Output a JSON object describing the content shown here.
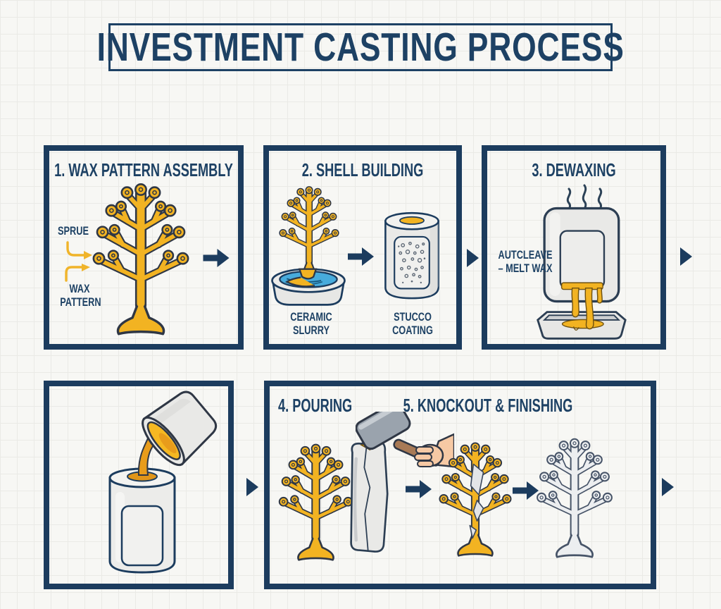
{
  "title": "INVESTMENT CASTING PROCESS",
  "colors": {
    "navy": "#1c3c5e",
    "heading_navy": "#1d4164",
    "gold": "#f2b322",
    "molten_orange": "#e89c1b",
    "slurry_blue": "#47abdc",
    "shell_gray": "#e9e9e7",
    "background": "#f7f7f4"
  },
  "panels": {
    "step1": {
      "heading": "1. WAX PATTERN ASSEMBLY",
      "sprue_label": "SPRUE",
      "wax_pattern_label": "WAX PATTERN",
      "illustration": "wax-sprue-tree"
    },
    "step2": {
      "heading": "2. SHELL BUILDING",
      "ceramic_label": "CERAMIC SLURRY",
      "stucco_label": "STUCCO COATING",
      "illustrations": [
        "tree-dipped-in-ceramic-slurry",
        "stucco-coated-cylinder"
      ]
    },
    "step3": {
      "heading": "3. DEWAXING",
      "autoclave_label": "AUTCLEAVE – MELT WAX",
      "illustration": "autoclave-wax-draining-into-tray"
    },
    "step4": {
      "heading": "4. POURING",
      "illustration": "crucible-pouring-into-shell-mold"
    },
    "step5": {
      "heading": "5. KNOCKOUT & FINISHING",
      "illustrations": [
        "mallet-breaking-shell",
        "tree-with-shell-fragments",
        "finished-metal-casting-tree"
      ]
    }
  }
}
